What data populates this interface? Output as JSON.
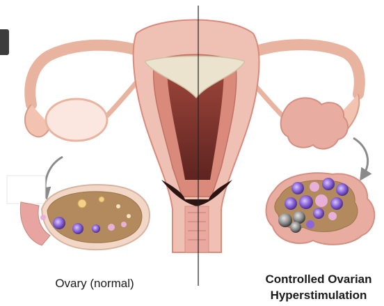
{
  "labels": {
    "left": "Ovary (normal)",
    "right_line1": "Controlled Ovarian",
    "right_line2": "Hyperstimulation"
  },
  "colors": {
    "tissue_pink": "#f2c2ae",
    "uterus_outer": "#e9a9a0",
    "uterus_wall": "#d98a7a",
    "cavity_dark": "#7a2f2a",
    "ovary_light": "#fbe7df",
    "ovary_stimulated": "#e9aca0",
    "follicle_purple": "#8c66d9",
    "cross_section_brown": "#b28a5e",
    "divider": "#222222",
    "arrow_gray": "#8a8a8a"
  }
}
